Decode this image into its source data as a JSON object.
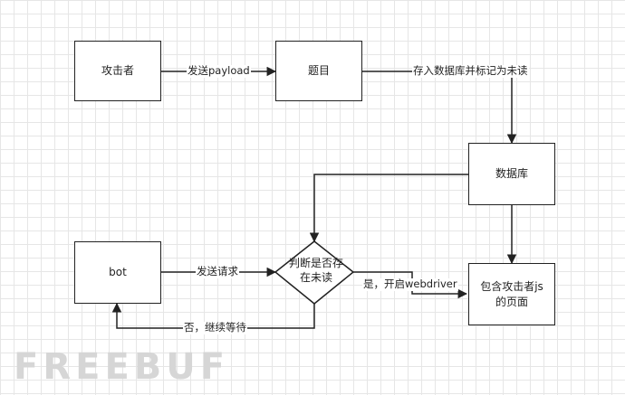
{
  "nodes": {
    "attacker": "攻击者",
    "topic": "题目",
    "database": "数据库",
    "bot": "bot",
    "decision_line1": "判断是否存",
    "decision_line2": "在未读",
    "page_line1": "包含攻击者js",
    "page_line2": "的页面"
  },
  "edges": {
    "send_payload": "发送payload",
    "store_mark_unread": "存入数据库并标记为未读",
    "send_request": "发送请求",
    "yes_open_webdriver": "是，开启webdriver",
    "no_keep_waiting": "否，继续等待"
  },
  "watermark": "FREEBUF"
}
